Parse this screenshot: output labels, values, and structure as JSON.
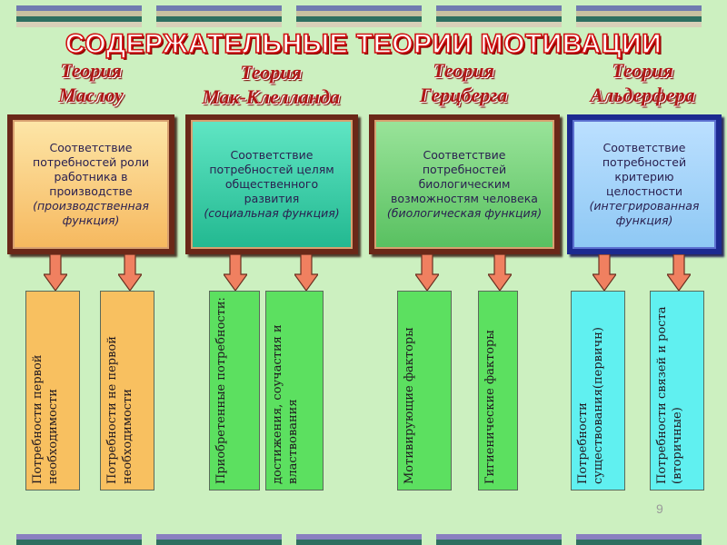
{
  "slide": {
    "title": "СОДЕРЖАТЕЛЬНЫЕ ТЕОРИИ МОТИВАЦИИ",
    "page_number": "9",
    "colors": {
      "background": "#ccf0c0",
      "title_fill": "#ffffff",
      "title_outline": "#d01010",
      "theory_title": "#b01818",
      "arrow_fill": "#f08060",
      "need_orange": "#f8c060",
      "need_green": "#5ce060",
      "need_cyan": "#60f0f0"
    }
  },
  "theories": [
    {
      "title_line1": "Теория",
      "title_line2": "Маслоу",
      "box_text": "Соответствие потребностей роли работника в производстве",
      "box_function": "(производственная функция)",
      "needs": [
        "Потребности первой необходимости",
        "Потребности не первой необходимости"
      ]
    },
    {
      "title_line1": "Теория",
      "title_line2": "Мак-Клелланда",
      "box_text": "Соответствие потребностей целям общественного развития",
      "box_function": "(социальная функция)",
      "needs": [
        "Приобретенные потребности:",
        "достижения, соучастия и властвования"
      ]
    },
    {
      "title_line1": "Теория",
      "title_line2": "Герцберга",
      "box_text": "Соответствие потребностей биологическим возможностям человека",
      "box_function": "(биологическая функция)",
      "needs": [
        "Мотивирующие факторы",
        "Гигиенические факторы"
      ]
    },
    {
      "title_line1": "Теория",
      "title_line2": "Альдерфера",
      "box_text": "Соответствие потребностей критерию целостности",
      "box_function": "(интегрированная функция)",
      "needs": [
        "Потребности существования(первичн)",
        "Потребности связей и роста (вторичные)"
      ]
    }
  ]
}
